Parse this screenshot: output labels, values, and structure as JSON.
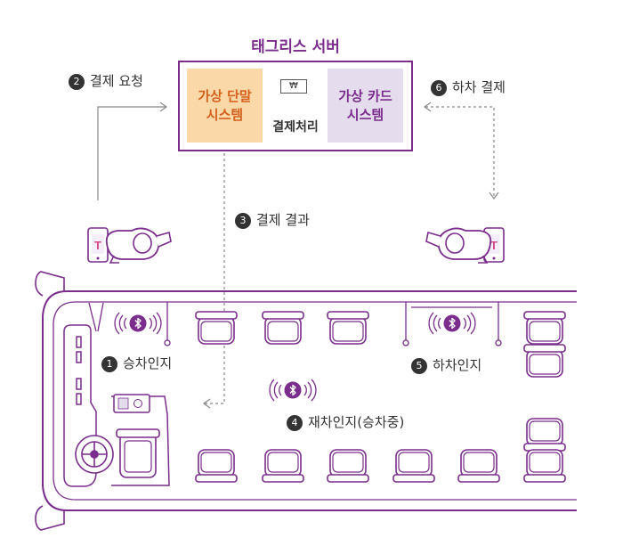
{
  "server": {
    "title": "태그리스 서버",
    "terminal_line1": "가상 단말",
    "terminal_line2": "시스템",
    "card_line1": "가상 카드",
    "card_line2": "시스템",
    "processing": "결제처리",
    "currency_symbol": "₩"
  },
  "steps": [
    {
      "number": "1",
      "label": "승차인지"
    },
    {
      "number": "2",
      "label": "결제 요청"
    },
    {
      "number": "3",
      "label": "결제 결과"
    },
    {
      "number": "4",
      "label": "재차인지(승차중)"
    },
    {
      "number": "5",
      "label": "하차인지"
    },
    {
      "number": "6",
      "label": "하차 결제"
    }
  ],
  "app_icon_letter": "T",
  "colors": {
    "purple": "#7a2d8c",
    "terminal_bg": "#fbd8a8",
    "terminal_text": "#d4601e",
    "card_bg": "#e5dcee",
    "arrow_gray": "#888888",
    "step_badge": "#333333"
  },
  "icons": [
    "bluetooth-icon",
    "phone-app-icon",
    "hand-icon",
    "seat-icon",
    "steering-wheel-icon",
    "card-reader-icon"
  ]
}
